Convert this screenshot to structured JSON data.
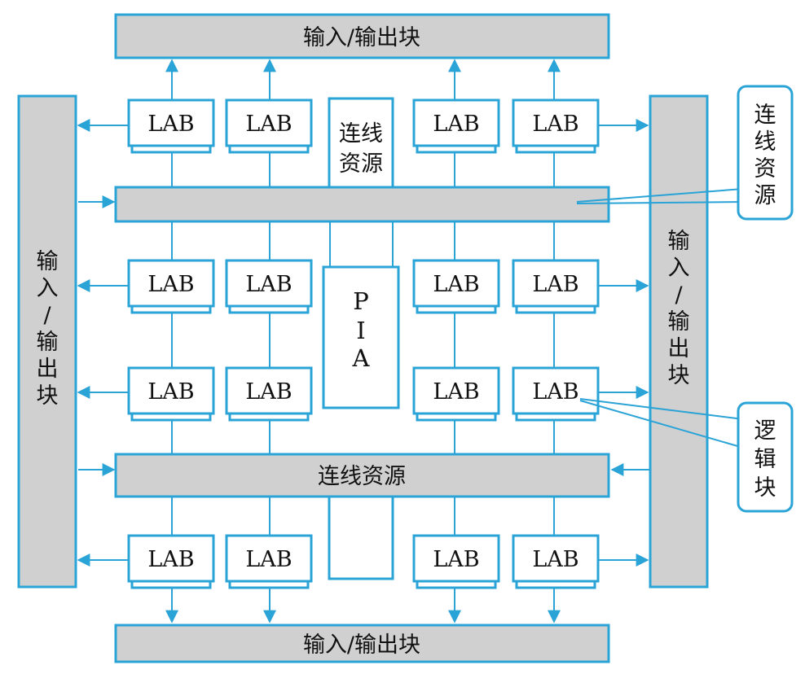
{
  "io_block_label": "输入/输出块",
  "lab_label": "LAB",
  "interconnect_label": "连线资源",
  "pia_label": "PIA",
  "callouts": {
    "interconnect": "连线资源",
    "logic_block": "逻辑块"
  },
  "colors": {
    "line": "#2aa3d6",
    "block_fill": "#d0d0d0"
  }
}
